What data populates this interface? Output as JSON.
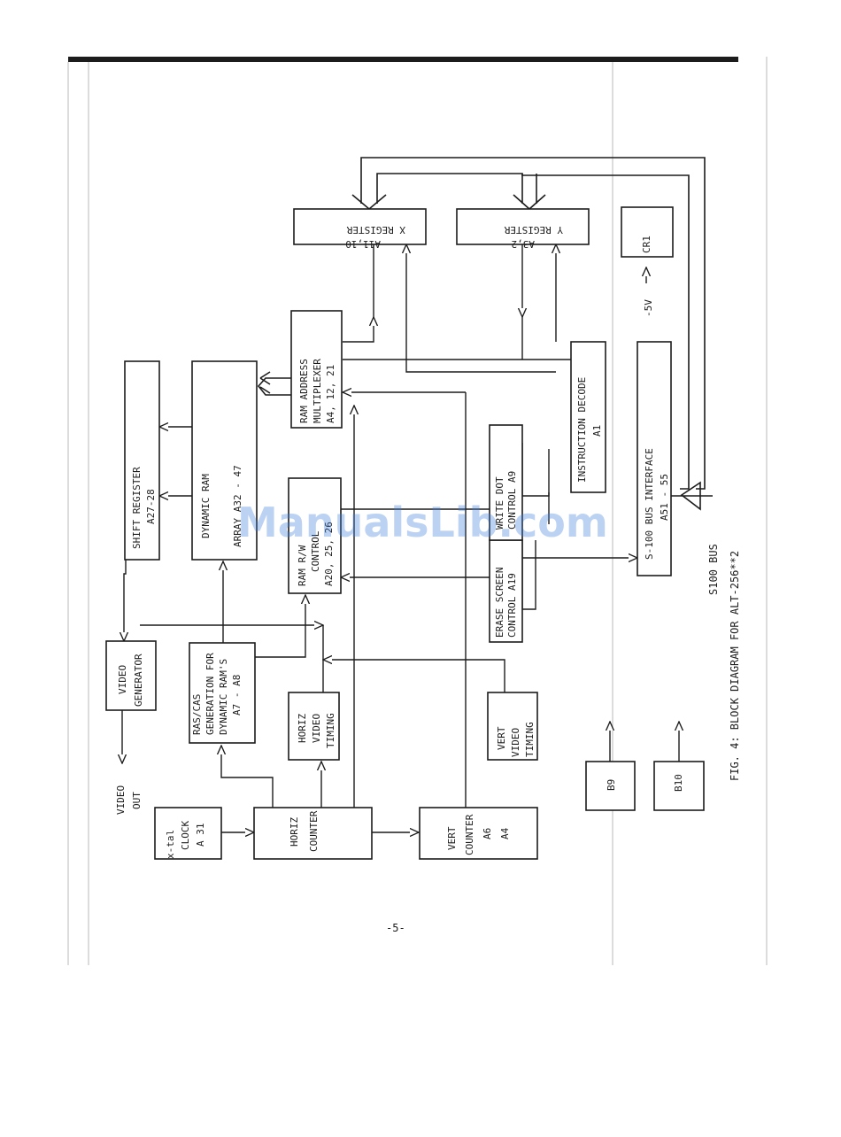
{
  "blocks": {
    "xtal_clock": [
      "x-tal",
      "CLOCK",
      "A 31"
    ],
    "horiz_counter": [
      "HORIZ",
      "COUNTER"
    ],
    "vert_counter": [
      "VERT",
      "COUNTER",
      "A6",
      "A4"
    ],
    "video_generator": [
      "VIDEO",
      "GENERATOR"
    ],
    "video_out": [
      "VIDEO",
      "OUT"
    ],
    "ras_cas": [
      "RAS/CAS",
      "GENERATION FOR",
      "DYNAMIC RAM'S",
      "A7 - A8"
    ],
    "horiz_timing": [
      "HORIZ",
      "VIDEO",
      "TIMING"
    ],
    "vert_timing": [
      "VERT",
      "VIDEO",
      "TIMING"
    ],
    "shift_register": [
      "SHIFT REGISTER",
      "A27-28"
    ],
    "dynamic_ram": [
      "DYNAMIC RAM",
      "ARRAY A32 - 47"
    ],
    "ram_rw_control": [
      "RAM  R/W",
      "CONTROL",
      "A20, 25, 26"
    ],
    "ram_address_mux": [
      "RAM ADDRESS",
      "MULTIPLEXER",
      "A4, 12, 21"
    ],
    "erase_screen": [
      "ERASE SCREEN",
      "CONTROL A19"
    ],
    "write_dot": [
      "WRITE DOT",
      "CONTROL A9"
    ],
    "instruction_decode": [
      "INSTRUCTION DECODE",
      "A1"
    ],
    "s100_interface": [
      "S-100 BUS INTERFACE",
      "A51 - 55"
    ],
    "x_register": [
      "X REGISTER",
      "A11,10"
    ],
    "y_register": [
      "Y REGISTER",
      "A3,2"
    ],
    "cr1": "CR1",
    "minus5v": "-5V",
    "b9": "B9",
    "b10": "B10"
  },
  "s100_bus_label": "S100 BUS",
  "caption": "FIG. 4:  BLOCK DIAGRAM FOR ALT-256**2",
  "page_number": "-5-",
  "watermark": "ManualsLib.com"
}
